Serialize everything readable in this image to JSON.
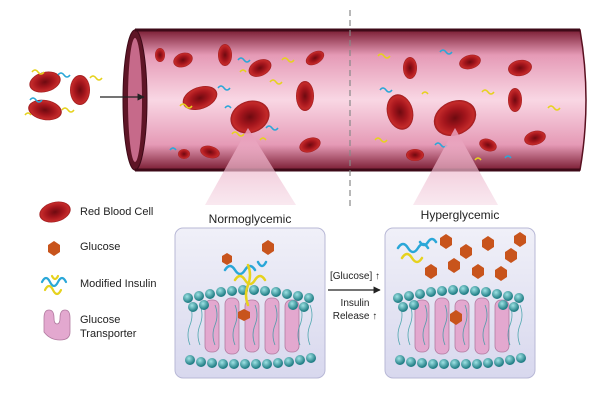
{
  "legend": {
    "rbc": "Red Blood Cell",
    "glucose": "Glucose",
    "insulin": "Modified Insulin",
    "transporter_line1": "Glucose",
    "transporter_line2": "Transporter"
  },
  "panels": {
    "left_title": "Normoglycemic",
    "right_title": "Hyperglycemic"
  },
  "transition": {
    "glucose_label": "[Glucose]",
    "glucose_arrow": "↑",
    "insulin_line1": "Insulin",
    "insulin_line2": "Release",
    "insulin_arrow": "↑"
  },
  "colors": {
    "rbc": "#a3151c",
    "rbc_dark": "#6e0a10",
    "vessel_wall": "#6b1628",
    "vessel_lumen": "#f6c6d6",
    "glucose": "#c8541c",
    "insulin_blue": "#2aa7d8",
    "insulin_yellow": "#e6d21e",
    "transporter": "#e3a8cf",
    "lipid_head": "#2e9aa0",
    "panel_bg": "#e5e5f3"
  }
}
